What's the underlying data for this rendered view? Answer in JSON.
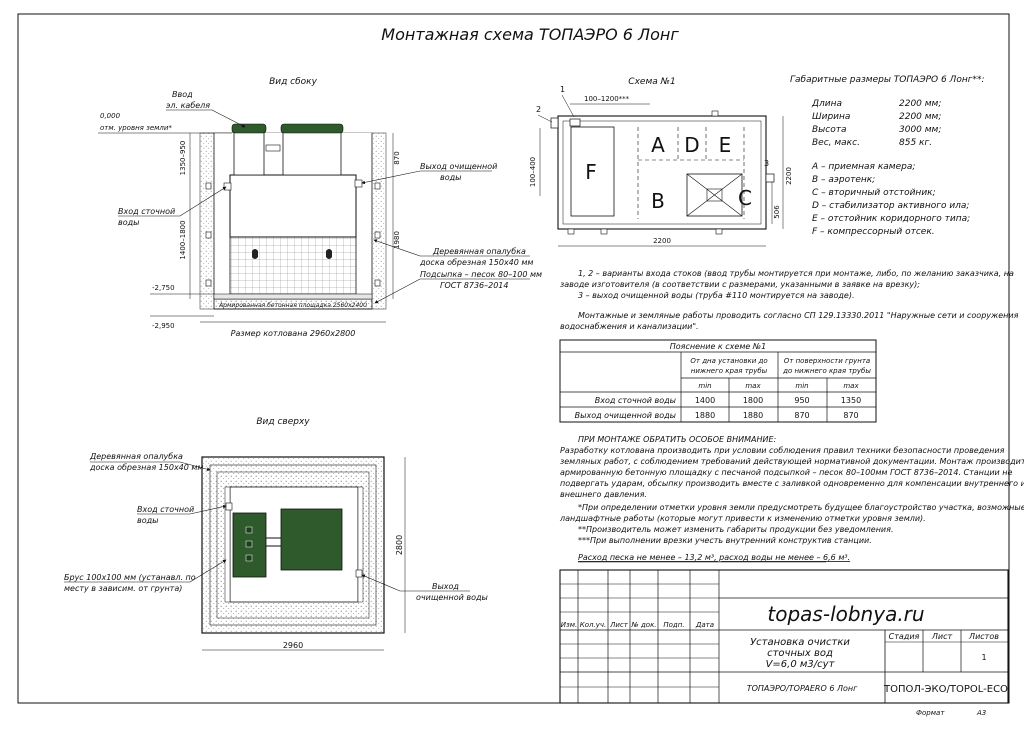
{
  "title": "Монтажная схема ТОПАЭРО 6 Лонг",
  "side_view": {
    "heading": "Вид сбоку",
    "cable": [
      "Ввод",
      "эл. кабеля"
    ],
    "ground": [
      "0,000",
      "отм. уровня земли*"
    ],
    "inlet": [
      "Вход сточной",
      "воды"
    ],
    "outlet": [
      "Выход очищенной",
      "воды"
    ],
    "formwork": [
      "Деревянная опалубка",
      "доска обрезная 150х40 мм"
    ],
    "sand": [
      "Подсыпка – песок 80–100 мм",
      "ГОСТ 8736–2014"
    ],
    "lvl1": "-2,750",
    "lvl2": "-2,950",
    "slab": "Армированная бетонная площадка 2560х2400",
    "pit": "Размер котлована 2960х2800",
    "dim_a": "1350–950",
    "dim_b": "1400–1800",
    "dim_c": "870",
    "dim_d": "1980"
  },
  "scheme": {
    "heading": "Схема №1",
    "n1": "1",
    "n2": "2",
    "n3": "3",
    "top_dim": "100–1200***",
    "left_dim": "100–400",
    "right_dim": "2200",
    "small_dim": "506",
    "bottom_dim": "2200",
    "cells": [
      "A",
      "D",
      "E",
      "F",
      "B",
      "C"
    ]
  },
  "dimensions": {
    "heading": "Габаритные размеры ТОПАЭРО 6 Лонг**:",
    "rows": [
      {
        "k": "Длина",
        "v": "2200 мм;"
      },
      {
        "k": "Ширина",
        "v": "2200 мм;"
      },
      {
        "k": "Высота",
        "v": "3000 мм;"
      },
      {
        "k": "Вес, макс.",
        "v": "855 кг."
      }
    ]
  },
  "legend": [
    "A – приемная камера;",
    "B – аэротенк;",
    "C – вторичный отстойник;",
    "D – стабилизатор активного ила;",
    "E – отстойник коридорного типа;",
    "F – компрессорный отсек."
  ],
  "notes": [
    "1, 2 – варианты входа  стоков (ввод трубы монтируется при монтаже, либо, по желанию заказчика, на",
    "заводе изготовителя (в соответствии с размерами, указанными в заявке на врезку);",
    "3 – выход очищенной воды (труба #110 монтируется на заводе)."
  ],
  "sp_note": [
    "Монтажные и земляные работы проводить согласно СП 129.13330.2011 \"Наружные сети и сооружения",
    "водоснабжения и канализации\"."
  ],
  "table": {
    "title": "Пояснение к схеме №1",
    "g1": [
      "От дна установки до",
      "нижнего края трубы"
    ],
    "g2": [
      "От поверхности грунта",
      "до нижнего края трубы"
    ],
    "min": "min",
    "max": "max",
    "rows": [
      {
        "label": "Вход сточной воды",
        "v": [
          "1400",
          "1800",
          "950",
          "1350"
        ]
      },
      {
        "label": "Выход очищенной воды",
        "v": [
          "1880",
          "1880",
          "870",
          "870"
        ]
      }
    ]
  },
  "attention": {
    "heading": "ПРИ МОНТАЖЕ ОБРАТИТЬ ОСОБОЕ ВНИМАНИЕ:",
    "lines": [
      "Разработку котлована производить при условии соблюдения правил техники безопасности проведения",
      "земляных работ, с соблюдением требований действующей нормативной документации.  Монтаж производить на",
      "армированную бетонную площадку с песчаной подсыпкой – песок 80–100мм ГОСТ 8736–2014. Станции не",
      "подвергать ударам, обсыпку производить вместе с заливкой одновременно для компенсации внутреннего и",
      "внешнего давления."
    ],
    "footnotes": [
      "*При определении отметки уровня земли предусмотреть будущее благоустройство участка, возможные",
      "ландшафтные работы (которые могут привести к изменению отметки уровня земли).",
      "**Производитель может изменить габариты продукции без уведомления.",
      "***При выполнении врезки учесть внутренний конструктив станции."
    ],
    "consumption": "Расход песка не менее – 13,2 м³, расход воды не менее – 6,6 м³."
  },
  "top_view": {
    "heading": "Вид сверху",
    "formwork": [
      "Деревянная опалубка",
      "доска обрезная 150х40 мм"
    ],
    "inlet": [
      "Вход сточной",
      "воды"
    ],
    "beam": [
      "Брус 100х100 мм (устанавл. по",
      "месту в зависим. от грунта)"
    ],
    "outlet": [
      "Выход",
      "очищенной воды"
    ],
    "dim_w": "2960",
    "dim_h": "2800"
  },
  "stamp": {
    "cols": [
      "Изм.",
      "Кол.уч.",
      "Лист",
      "№ док.",
      "Подп.",
      "Дата"
    ],
    "website": "topas-lobnya.ru",
    "product": [
      "Установка очистки",
      "сточных вод",
      "V=6,0 м3/сут"
    ],
    "stage": "Стадия",
    "sheet": "Лист",
    "sheets": "Листов",
    "sheets_val": "1",
    "model": "ТОПАЭРО/TOPAERO 6 Лонг",
    "company": "ТОПОЛ-ЭКО/TOPOL-ECO",
    "format_label": "Формат",
    "format": "А3"
  },
  "colors": {
    "tank": "#2e5a2c",
    "tank_dark": "#1f3d1e",
    "line": "#111111"
  }
}
